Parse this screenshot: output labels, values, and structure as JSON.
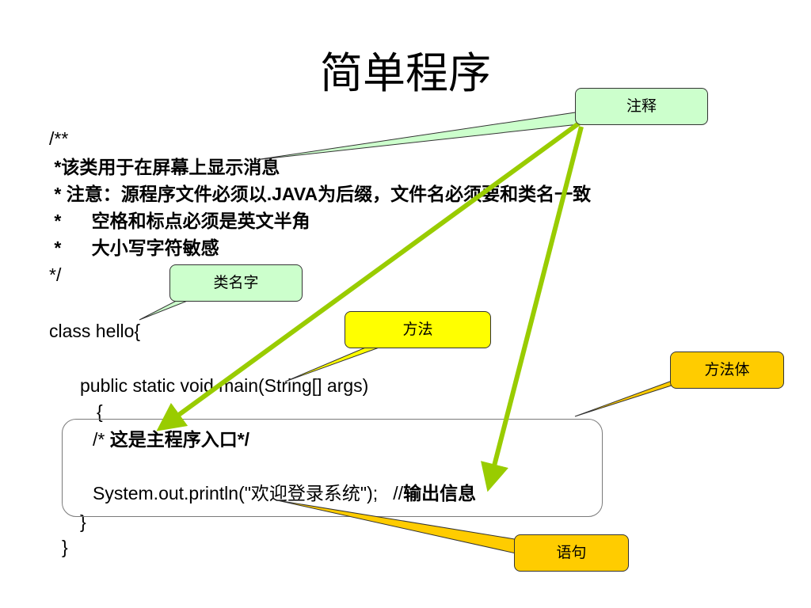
{
  "slide": {
    "title": "简单程序"
  },
  "code": {
    "line1": "/**",
    "line2": " *该类用于在屏幕上显示消息",
    "line3a": " * 注意：源程序文件必须以",
    "line3b": ".JAVA",
    "line3c": "为后缀，文件名必须要和类名一致",
    "line4": " *      空格和标点必须是英文半角",
    "line5": " *      大小写字符敏感",
    "line6": "*/",
    "line7": "class hello{",
    "line8": "public static void main(String[] args)",
    "line9": "{",
    "line10a": "/* ",
    "line10b": "这是主程序入口",
    "line10c": "*/",
    "line11a": "System.out.println(\"",
    "line11b": "欢迎登录系统",
    "line11c": "\");   //",
    "line11d": "输出信息",
    "line12": "}",
    "line13": "}"
  },
  "callouts": {
    "comment": {
      "label": "注释",
      "color": "#ccffcc"
    },
    "class_name": {
      "label": "类名字",
      "color": "#ccffcc"
    },
    "method": {
      "label": "方法",
      "color": "#ffff00"
    },
    "method_body": {
      "label": "方法体",
      "color": "#ffcc00"
    },
    "statement": {
      "label": "语句",
      "color": "#ffcc00"
    }
  },
  "colors": {
    "arrow": "#99cc00",
    "code_box_border": "#7a7a7a"
  }
}
